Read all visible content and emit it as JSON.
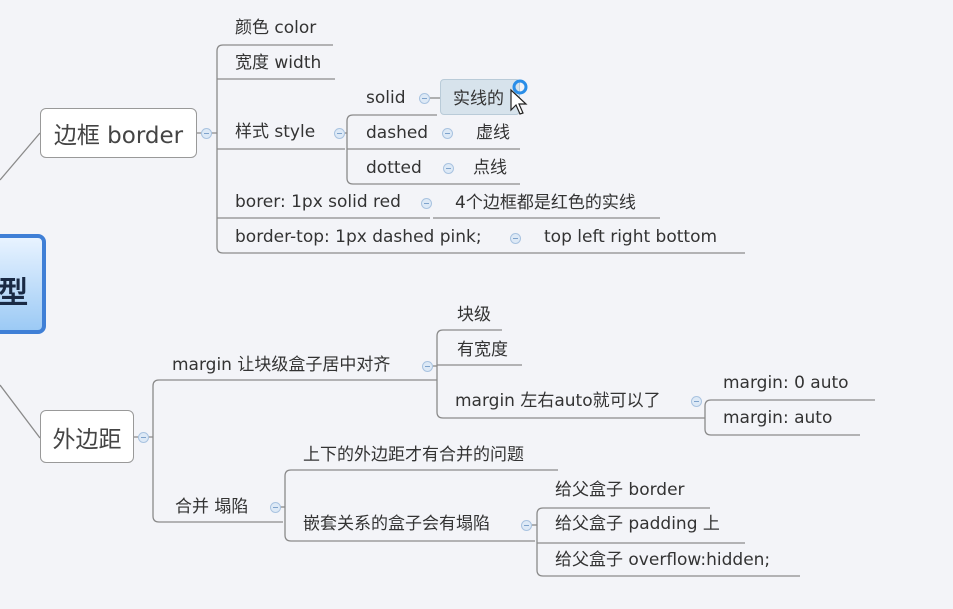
{
  "central_topic": {
    "label_visible": "型"
  },
  "border_branch": {
    "label": "边框 border",
    "children": {
      "color": "颜色 color",
      "width": "宽度  width",
      "style": "样式 style",
      "shorthand": "borer: 1px solid red",
      "shorthand_note": "4个边框都是红色的实线",
      "border_top": "border-top: 1px dashed pink;",
      "border_top_note": "top  left right bottom"
    },
    "styles": {
      "solid": "solid",
      "solid_note": "实线的",
      "dashed": "dashed",
      "dashed_note": "虚线",
      "dotted": "dotted",
      "dotted_note": "点线"
    }
  },
  "margin_branch": {
    "label": "外边距",
    "center": "margin 让块级盒子居中对齐",
    "center_children": {
      "block": "块级",
      "has_width": "有宽度",
      "auto": "margin 左右auto就可以了",
      "auto_opt1": "margin:   0 auto",
      "auto_opt2": "margin:   auto"
    },
    "collapse": "合并 塌陷",
    "collapse_children": {
      "vertical": "上下的外边距才有合并的问题",
      "nested": "嵌套关系的盒子会有塌陷",
      "fix1": "给父盒子 border",
      "fix2": "给父盒子 padding 上",
      "fix3": "给父盒子  overflow:hidden;"
    }
  },
  "colors": {
    "accent": "#3f7fd6",
    "line": "#8a8a8a",
    "background": "#f3f4f8"
  }
}
